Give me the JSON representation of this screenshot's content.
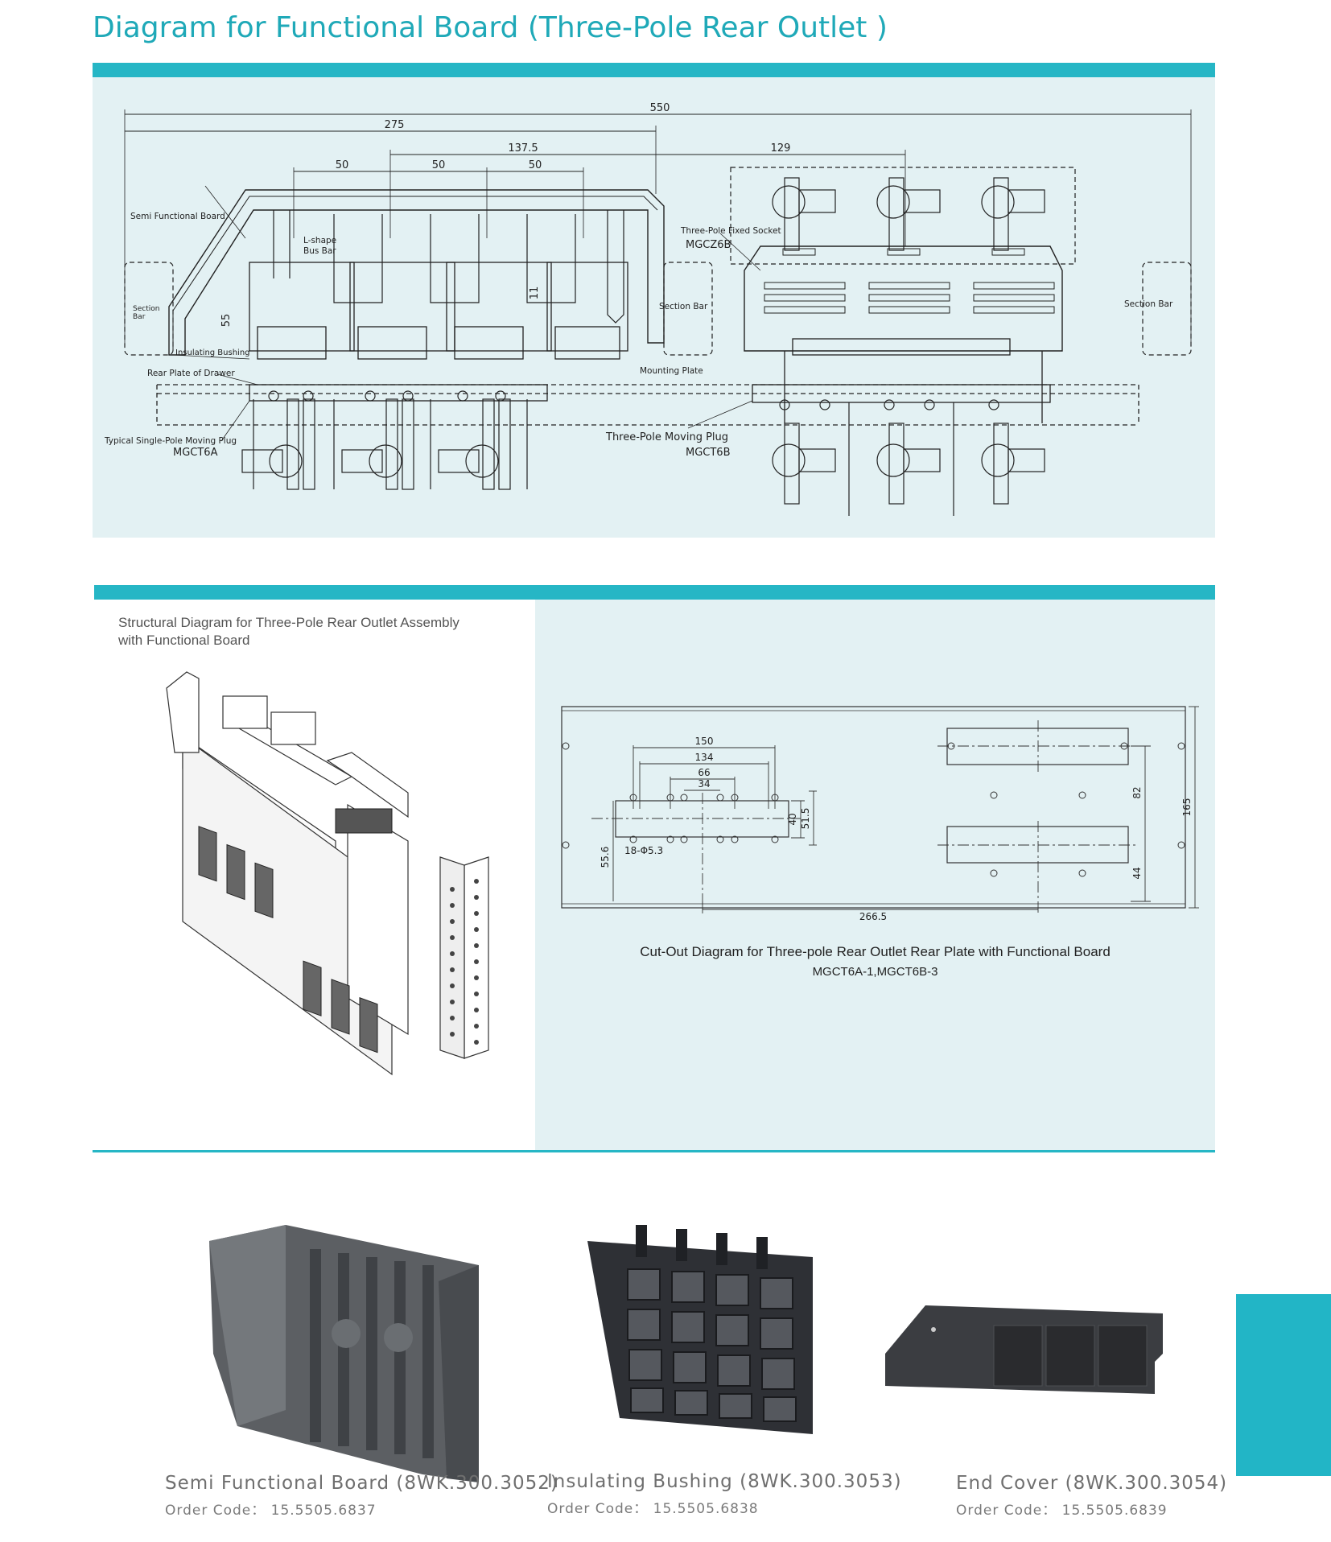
{
  "title": "Diagram for Functional Board (Three-Pole Rear Outlet )",
  "top_diagram": {
    "dimensions": {
      "overall": "550",
      "half": "275",
      "mid": "137.5",
      "right_offset": "129",
      "pitch_1": "50",
      "pitch_2": "50",
      "pitch_3": "50",
      "bushing_height": "55",
      "bus_offset": "11"
    },
    "labels": {
      "semi_functional_board": "Semi Functional Board",
      "l_shape_bus_bar_1": "L-shape",
      "l_shape_bus_bar_2": "Bus Bar",
      "three_pole_fixed_socket": "Three-Pole Fixed Socket",
      "fixed_socket_code": "MGCZ6B",
      "section_bar_left_1": "Section",
      "section_bar_left_2": "Bar",
      "section_bar_mid": "Section Bar",
      "section_bar_right": "Section Bar",
      "insulating_bushing": "Insulating Bushing",
      "rear_plate_of_drawer": "Rear Plate of Drawer",
      "mounting_plate": "Mounting Plate",
      "single_pole_moving_plug": "Typical Single-Pole Moving Plug",
      "single_pole_code": "MGCT6A",
      "three_pole_moving_plug": "Three-Pole Moving Plug",
      "three_pole_code": "MGCT6B"
    }
  },
  "structural": {
    "caption_line1": "Structural Diagram for Three-Pole Rear  Outlet Assembly",
    "caption_line2": "with Functional Board"
  },
  "cutout": {
    "dimensions": {
      "d150": "150",
      "d134": "134",
      "d66": "66",
      "d34": "34",
      "d40": "40",
      "d51_5": "51.5",
      "d55_6": "55.6",
      "holes": "18-Φ5.3",
      "d266_5": "266.5",
      "d82": "82",
      "d44": "44",
      "d165": "165"
    },
    "caption": "Cut-Out Diagram for Three-pole Rear  Outlet Rear Plate with Functional Board",
    "codes": "MGCT6A-1,MGCT6B-3"
  },
  "products": [
    {
      "name": "Semi Functional Board (8WK.300.3052)",
      "code": "Order Code： 15.5505.6837"
    },
    {
      "name": "Insulating Bushing (8WK.300.3053)",
      "code": "Order Code： 15.5505.6838"
    },
    {
      "name": "End Cover (8WK.300.3054)",
      "code": "Order Code： 15.5505.6839"
    }
  ],
  "colors": {
    "accent": "#26b6c5",
    "panel": "#e3f1f3",
    "title": "#1fa9b8"
  }
}
